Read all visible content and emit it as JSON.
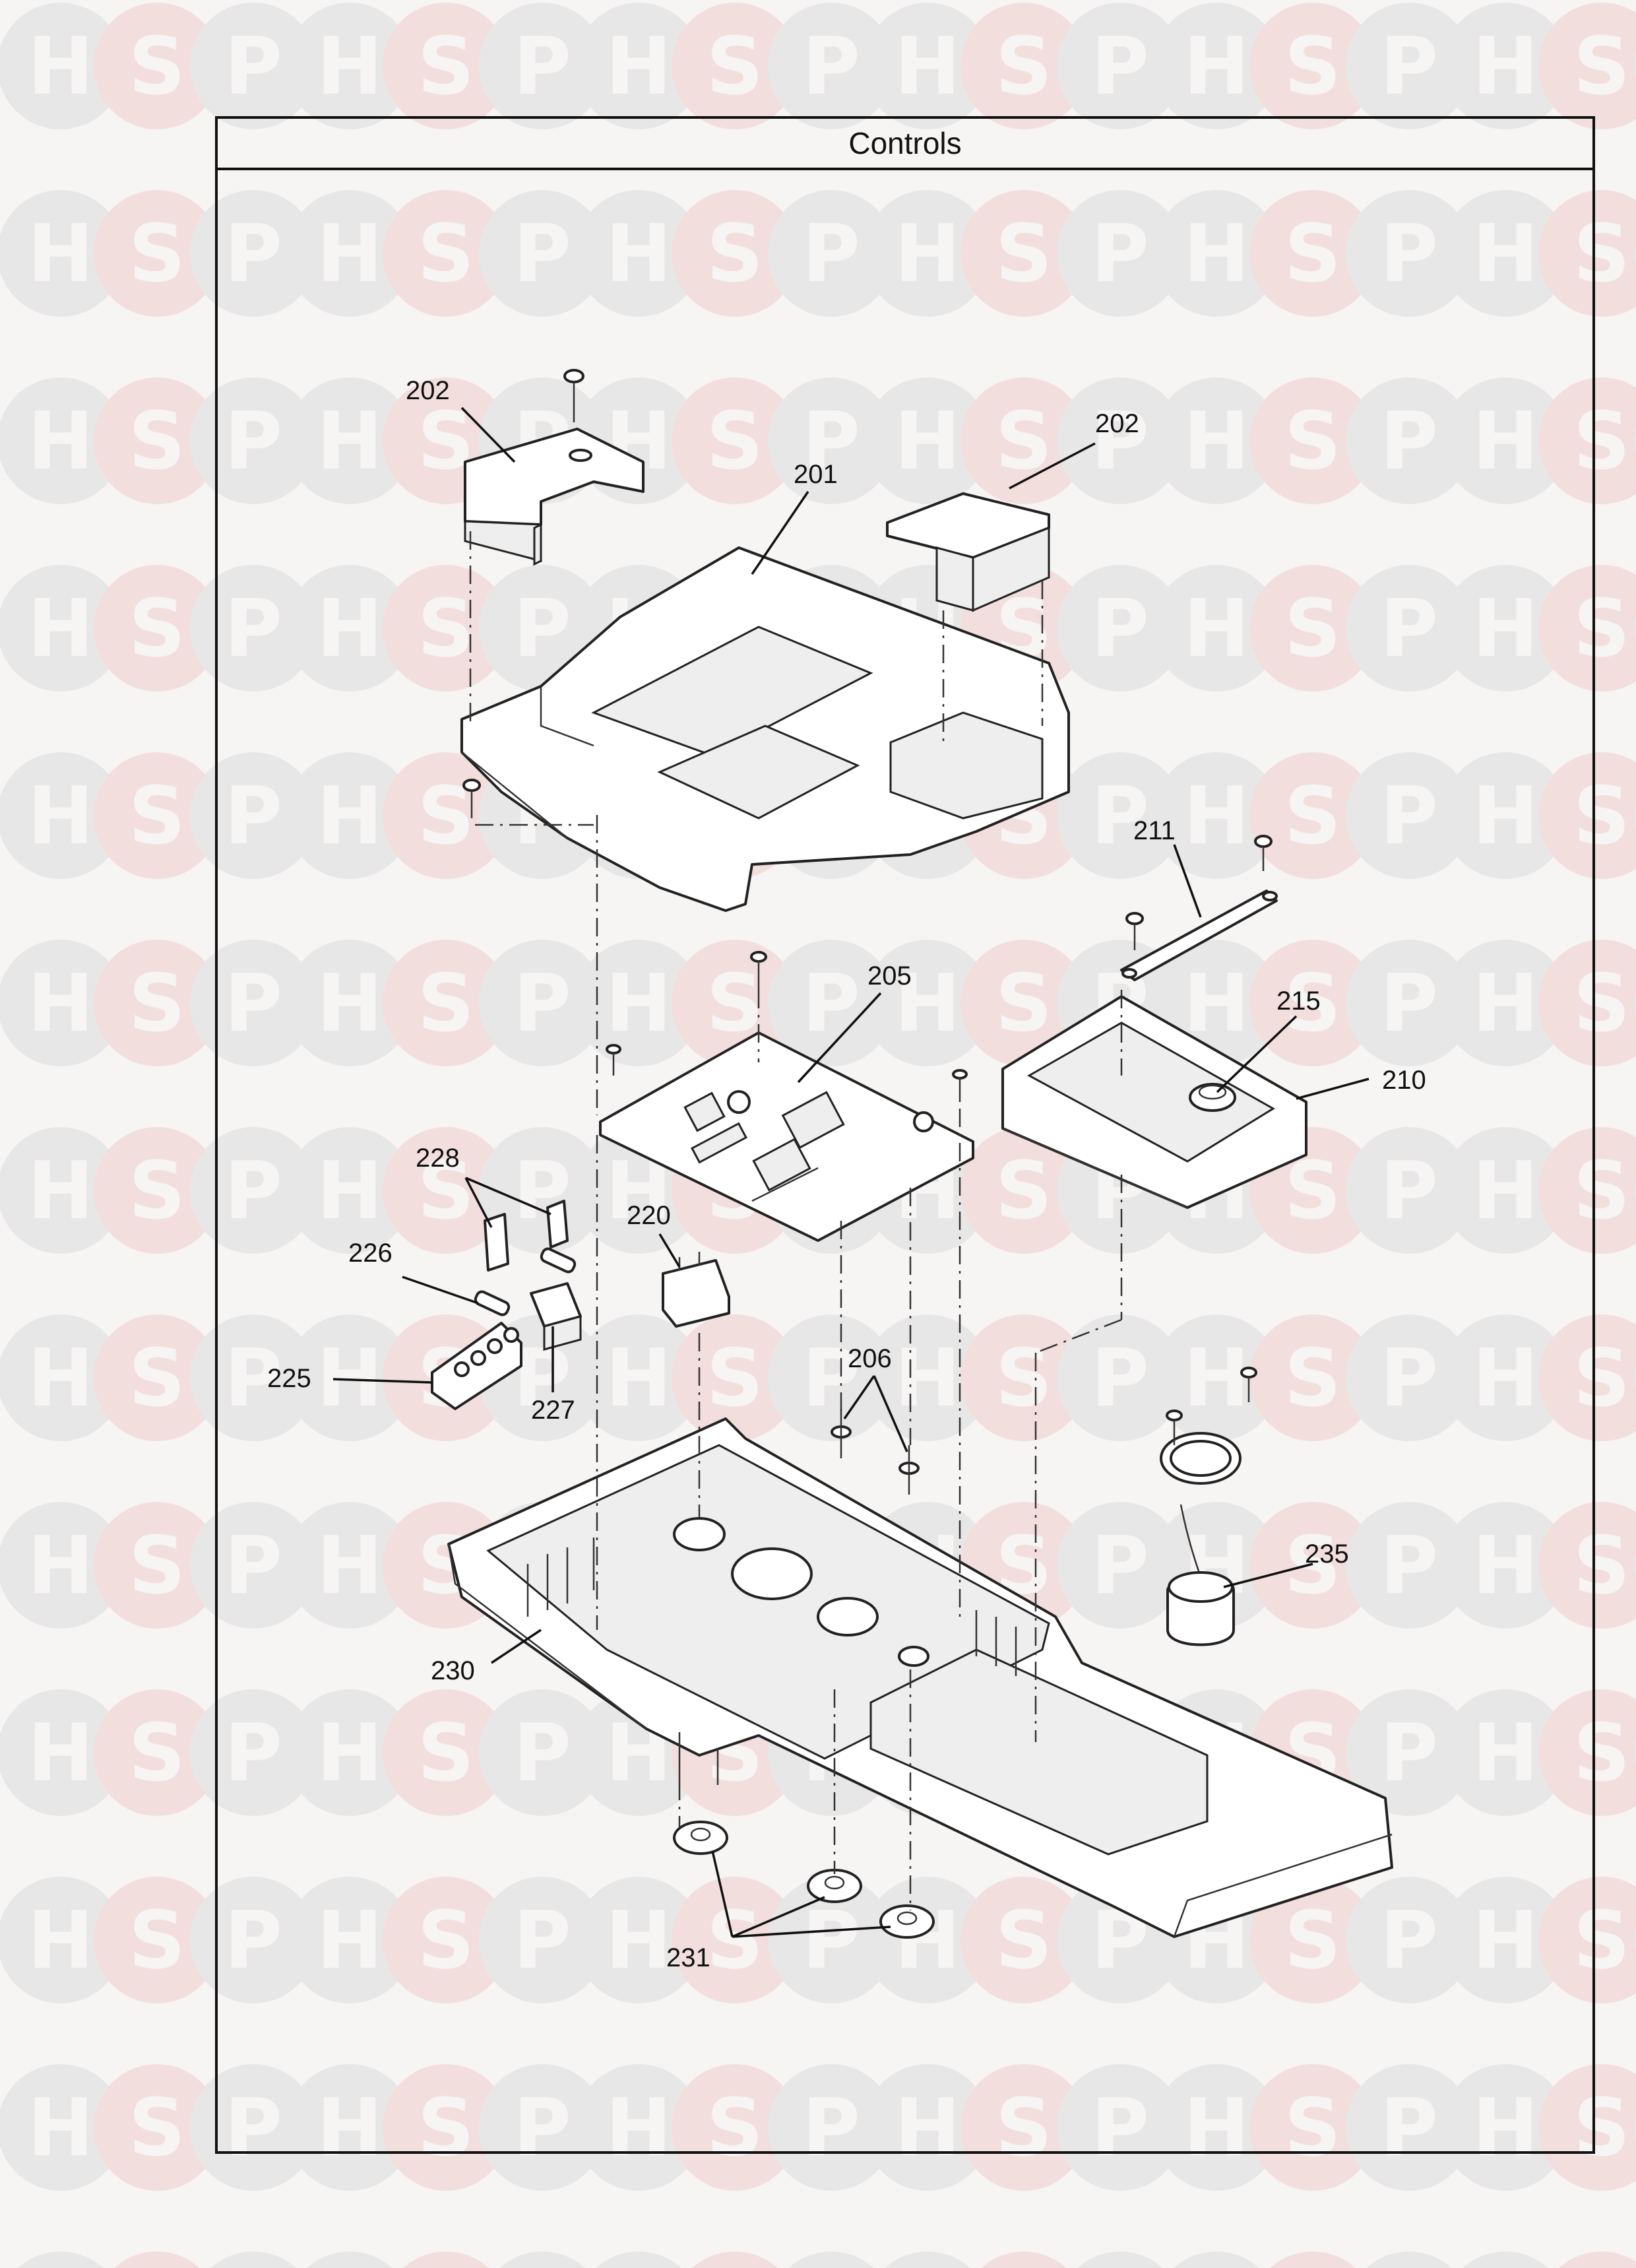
{
  "watermark": {
    "letters": [
      "H",
      "S",
      "P"
    ]
  },
  "title": "Controls",
  "callouts": [
    {
      "id": "202a",
      "label": "202"
    },
    {
      "id": "202b",
      "label": "202"
    },
    {
      "id": "201",
      "label": "201"
    },
    {
      "id": "211",
      "label": "211"
    },
    {
      "id": "205",
      "label": "205"
    },
    {
      "id": "215",
      "label": "215"
    },
    {
      "id": "210",
      "label": "210"
    },
    {
      "id": "228",
      "label": "228"
    },
    {
      "id": "220",
      "label": "220"
    },
    {
      "id": "226",
      "label": "226"
    },
    {
      "id": "206",
      "label": "206"
    },
    {
      "id": "225",
      "label": "225"
    },
    {
      "id": "227",
      "label": "227"
    },
    {
      "id": "235",
      "label": "235"
    },
    {
      "id": "230",
      "label": "230"
    },
    {
      "id": "231",
      "label": "231"
    }
  ]
}
